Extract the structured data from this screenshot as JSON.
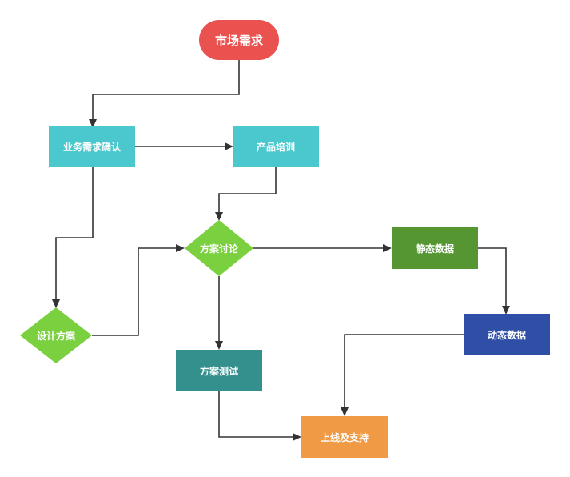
{
  "nodes": {
    "market_demand": {
      "label": "市场需求",
      "color": "#e9524f"
    },
    "business_confirm": {
      "label": "业务需求确认",
      "color": "#4bc8ce"
    },
    "product_training": {
      "label": "产品培训",
      "color": "#4bc8ce"
    },
    "solution_discussion": {
      "label": "方案讨论",
      "color": "#7ad03f"
    },
    "solution_design": {
      "label": "设计方案",
      "color": "#7ad03f"
    },
    "static_data": {
      "label": "静态数据",
      "color": "#559632"
    },
    "dynamic_data": {
      "label": "动态数据",
      "color": "#2f4ea6"
    },
    "solution_test": {
      "label": "方案测试",
      "color": "#34908c"
    },
    "launch_support": {
      "label": "上线及支持",
      "color": "#f19a45"
    }
  },
  "edges": [
    {
      "from": "market_demand",
      "to": "business_confirm"
    },
    {
      "from": "business_confirm",
      "to": "product_training"
    },
    {
      "from": "business_confirm",
      "to": "solution_design"
    },
    {
      "from": "product_training",
      "to": "solution_discussion"
    },
    {
      "from": "solution_design",
      "to": "solution_discussion"
    },
    {
      "from": "solution_discussion",
      "to": "static_data"
    },
    {
      "from": "solution_discussion",
      "to": "solution_test"
    },
    {
      "from": "static_data",
      "to": "dynamic_data"
    },
    {
      "from": "dynamic_data",
      "to": "launch_support"
    },
    {
      "from": "solution_test",
      "to": "launch_support"
    }
  ]
}
